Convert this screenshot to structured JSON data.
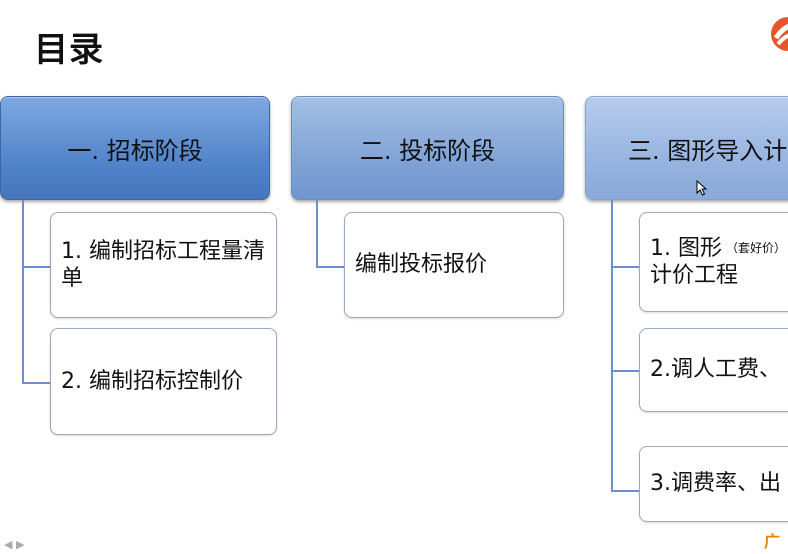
{
  "slide": {
    "title": "目录",
    "sections": [
      {
        "label": "一. 招标阶段",
        "items": [
          "1. 编制招标工程量清单",
          "2. 编制招标控制价"
        ]
      },
      {
        "label": "二. 投标阶段",
        "items": [
          "编制投标报价"
        ]
      },
      {
        "label": "三. 图形导入计",
        "items": [
          {
            "main": "1. 图形",
            "note": "（套好价）",
            "line2": "计价工程"
          },
          "2.调人工费、",
          "3.调费率、出"
        ]
      }
    ]
  },
  "icons": {
    "logo": "brand-logo-icon",
    "cursor": "mouse-cursor-icon",
    "footer": "slide-nav-icons",
    "footer_logo_text": "广"
  },
  "colors": {
    "header_dark": "#4f81c9",
    "header_mid": "#7c9fd4",
    "header_light": "#94b1de",
    "connector": "#6d8fcc"
  }
}
